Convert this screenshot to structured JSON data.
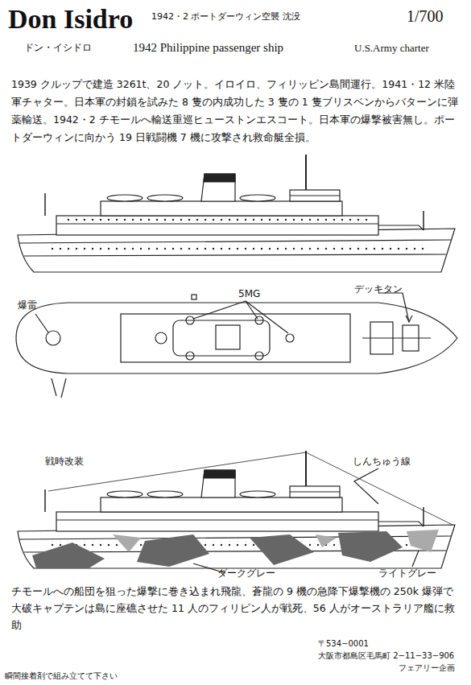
{
  "diagram": {
    "title": "Don Isidro",
    "labels": [
      "1942・2 ポートダーウィン空襲 沈没",
      "1/700",
      "ドン・イシドロ",
      "1942 Philippine passenger ship",
      "U.S.Army charter",
      "1939 クルップで建造 3261t、20 ノット。イロイロ、フィリッピン島間運行。1941・12 米陸軍チャター。日本軍の封鎖を試みた 8 隻の内成功した 3 隻の 1 隻ブリスベンからバターンに弾薬輸送。1942・2 チモールへ輸送重巡ヒューストンエスコート。日本軍の爆撃被害無し。ポートダーウィンに向かう 19 日戦闘機 7 機に攻撃され救命艇全損。",
      "爆雷",
      "5MG",
      "デッキタン",
      "戦時改装",
      "しんちゅう線",
      "ダークグレー",
      "ライトグレー",
      "チモールへの船団を狙った爆撃に巻き込まれ飛龍、蒼龍の 9 機の急降下爆撃機の 250k 爆弾で大破キャプテンは島に座礁させた 11 人のフィリピン人が戦死、56 人がオーストラリア艦に救助",
      "〒534−0001",
      "大阪市都島区毛馬町 2−11−33−906",
      "フェアリー企画",
      "瞬間接着剤で組み立てて下さい"
    ]
  }
}
